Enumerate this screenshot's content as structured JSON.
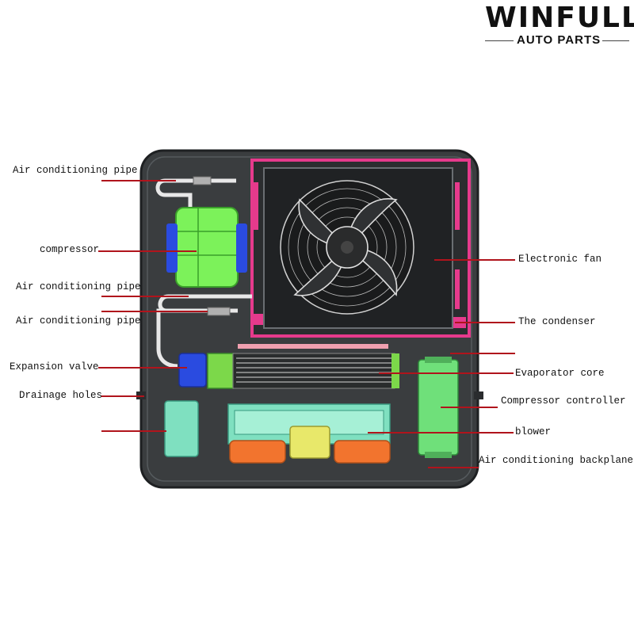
{
  "brand": {
    "name": "WINFULL",
    "tagline": "AUTO PARTS"
  },
  "labels": {
    "ac_pipe_top": "Air conditioning pipe",
    "compressor": "compressor",
    "ac_pipe_mid": "Air conditioning pipe",
    "ac_pipe_low": "Air conditioning pipe",
    "expansion_valve": "Expansion valve",
    "drainage_holes": "Drainage holes",
    "electronic_fan": "Electronic fan",
    "condenser": "The condenser",
    "evaporator_core": "Evaporator core",
    "compressor_controller": "Compressor controller",
    "blower": "blower",
    "ac_backplane": "Air conditioning backplane"
  },
  "colors": {
    "leader_line": "#b0141c",
    "backplane": "#3a3d3f",
    "compressor": "#7cf25a",
    "controller": "#6fe07a",
    "blower_body": "#7fe0c0",
    "blower_motor": "#f2742e",
    "condenser_frame": "#e63a8c",
    "valve": "#2a4be0"
  }
}
